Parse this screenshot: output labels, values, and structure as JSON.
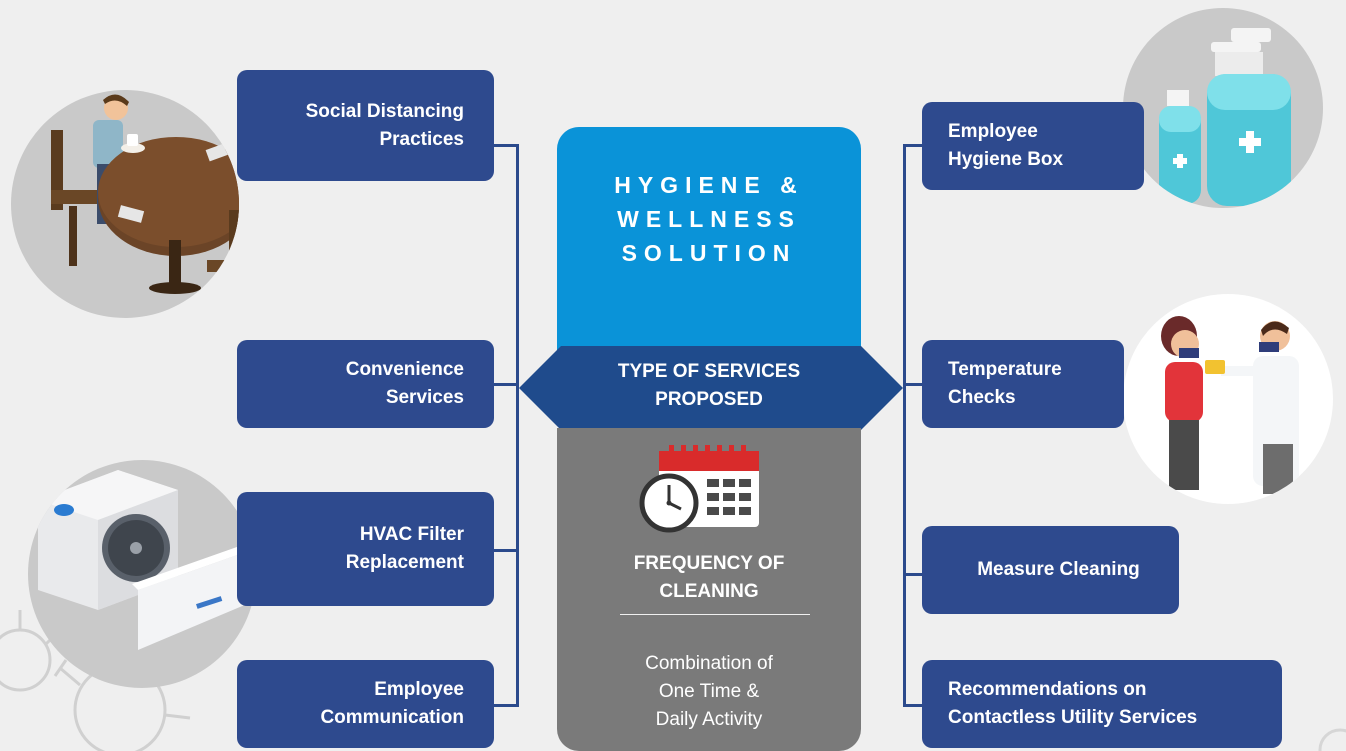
{
  "center": {
    "title_lines": [
      "HYGIENE &",
      "WELLNESS",
      "SOLUTION"
    ],
    "band_lines": [
      "TYPE OF SERVICES",
      "PROPOSED"
    ],
    "frequency_lines": [
      "FREQUENCY OF",
      "CLEANING"
    ],
    "description_lines": [
      "Combination of",
      "One Time &",
      "Daily Activity"
    ]
  },
  "left_services": [
    {
      "lines": [
        "Social Distancing",
        "Practices"
      ]
    },
    {
      "lines": [
        "Convenience",
        "Services"
      ]
    },
    {
      "lines": [
        "HVAC Filter",
        "Replacement"
      ]
    },
    {
      "lines": [
        "Employee",
        "Communication"
      ]
    }
  ],
  "right_services": [
    {
      "lines": [
        "Employee",
        "Hygiene Box"
      ]
    },
    {
      "lines": [
        "Temperature",
        "Checks"
      ]
    },
    {
      "lines": [
        "Measure Cleaning"
      ]
    },
    {
      "lines": [
        "Recommendations on",
        "Contactless Utility Services"
      ]
    }
  ],
  "colors": {
    "box_navy": "#2e4a8e",
    "center_blue": "#0a93d8",
    "band_navy": "#1f4b8c",
    "center_gray": "#7a7a7a",
    "background": "#efefef"
  }
}
